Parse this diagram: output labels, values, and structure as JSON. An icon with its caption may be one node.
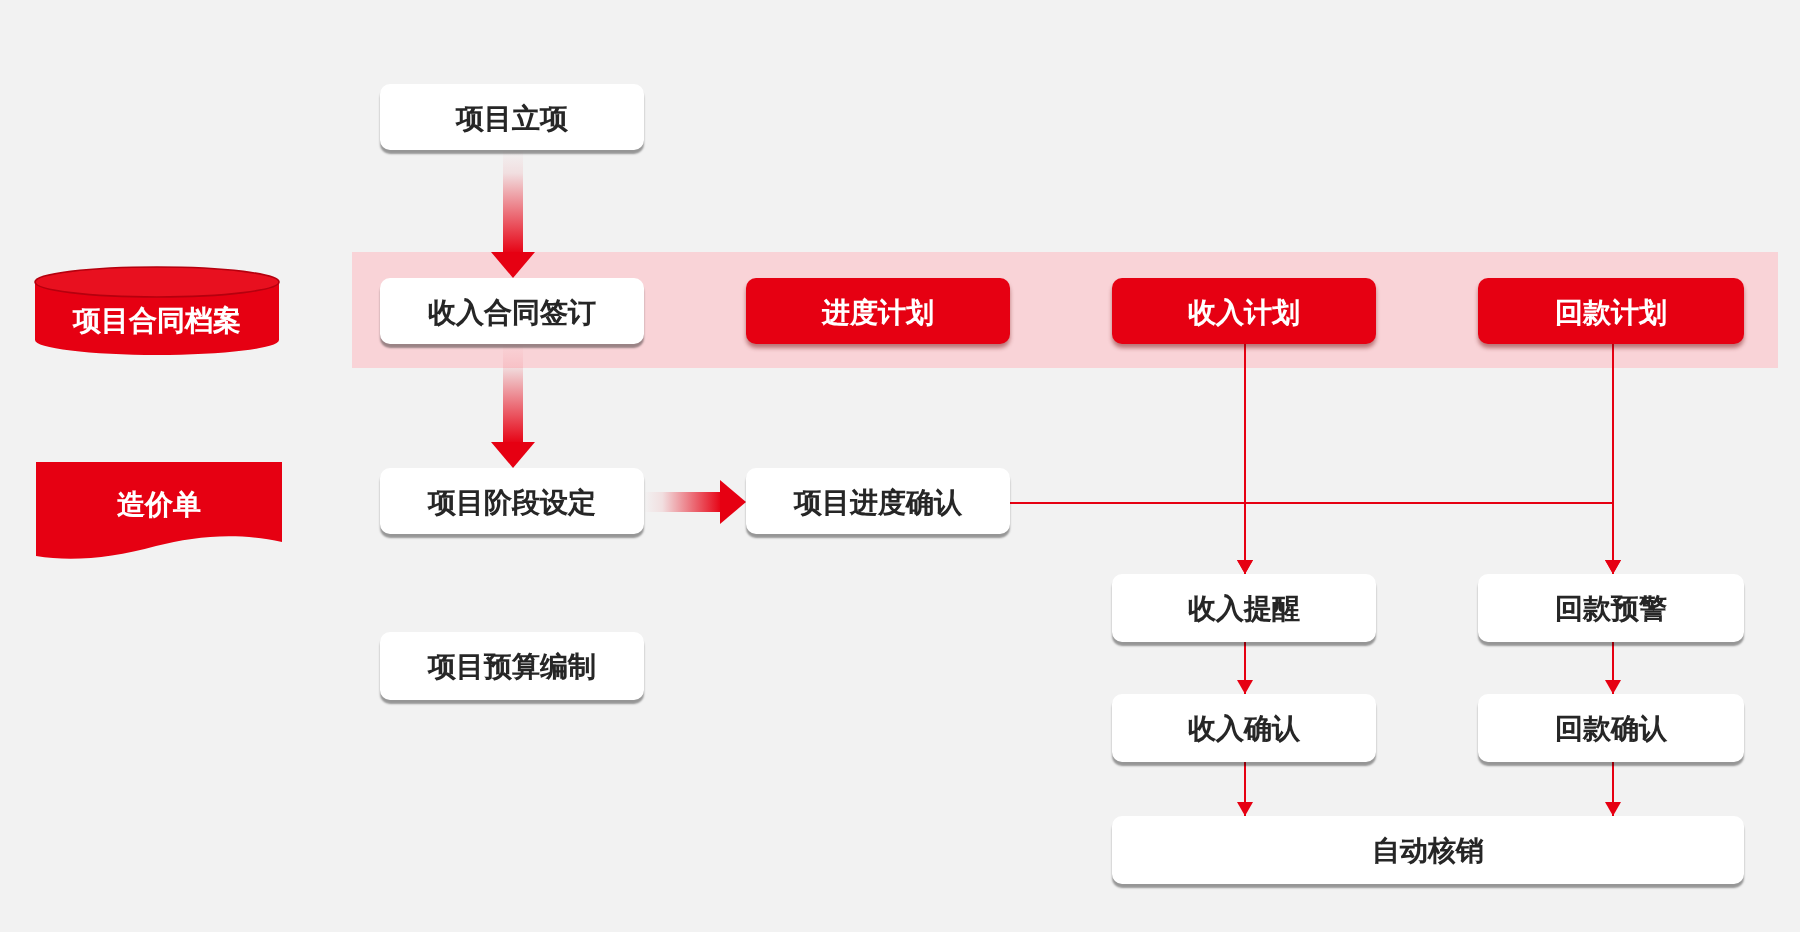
{
  "diagram": {
    "nodes": [
      {
        "text": [
          "项目立项"
        ]
      },
      {
        "text": [
          "项目合同档案"
        ]
      },
      {
        "text": [],
        "shape": "box"
      },
      {
        "text": [
          "收入合同签订"
        ],
        "in": 2
      },
      {
        "text": [
          "进度计划"
        ],
        "in": 2
      },
      {
        "text": [
          "收入计划"
        ],
        "in": 2
      },
      {
        "text": [
          "回款计划"
        ],
        "in": 2
      },
      {
        "text": [
          "造价单"
        ]
      },
      {
        "text": [
          "项目阶段设定"
        ]
      },
      {
        "text": [
          "项目进度确认"
        ]
      },
      {
        "text": [
          "收入提醒"
        ]
      },
      {
        "text": [
          "回款预警"
        ]
      },
      {
        "text": [
          "项目预算编制"
        ]
      },
      {
        "text": [
          "收入确认"
        ]
      },
      {
        "text": [
          "回款确认"
        ]
      },
      {
        "text": [
          "自动核销"
        ]
      }
    ],
    "edges": [
      {
        "from": 0,
        "to": 3,
        "arrow": "to",
        "style": "thick"
      },
      {
        "from": 3,
        "to": 8,
        "arrow": "to",
        "style": "thick"
      },
      {
        "from": 8,
        "to": 9,
        "arrow": "to",
        "style": "thick"
      },
      {
        "from": 5,
        "to": 10,
        "arrow": "to"
      },
      {
        "from": 6,
        "to": 11,
        "arrow": "to"
      },
      {
        "from": 9,
        "to": 10,
        "arrow": "to"
      },
      {
        "from": 9,
        "to": 11,
        "arrow": "to"
      },
      {
        "from": 10,
        "to": 13,
        "arrow": "to"
      },
      {
        "from": 11,
        "to": 14,
        "arrow": "to"
      },
      {
        "from": 13,
        "to": 15,
        "arrow": "to"
      },
      {
        "from": 14,
        "to": 15,
        "arrow": "to"
      }
    ]
  }
}
